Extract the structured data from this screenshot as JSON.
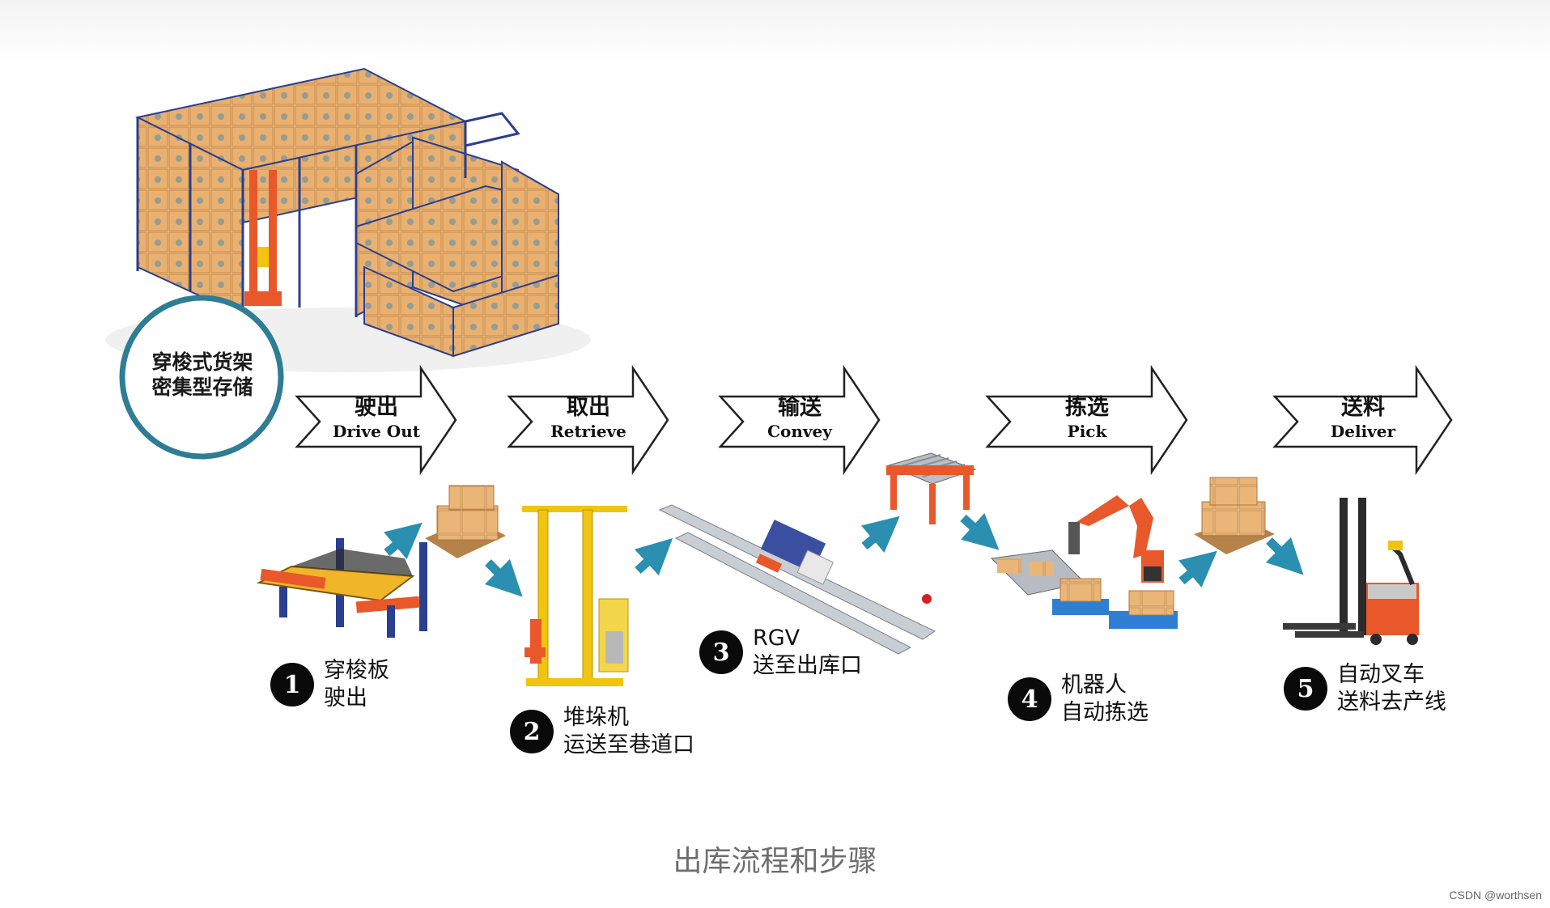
{
  "storage": {
    "label_line1": "穿梭式货架",
    "label_line2": "密集型存储"
  },
  "stages": [
    {
      "zh": "驶出",
      "en": "Drive Out"
    },
    {
      "zh": "取出",
      "en": "Retrieve"
    },
    {
      "zh": "输送",
      "en": "Convey"
    },
    {
      "zh": "拣选",
      "en": "Pick"
    },
    {
      "zh": "送料",
      "en": "Deliver"
    }
  ],
  "steps": [
    {
      "num": "1",
      "line1": "穿梭板",
      "line2": "驶出"
    },
    {
      "num": "2",
      "line1": "堆垛机",
      "line2": "运送至巷道口"
    },
    {
      "num": "3",
      "line1": "RGV",
      "line2": "送至出库口"
    },
    {
      "num": "4",
      "line1": "机器人",
      "line2": "自动拣选"
    },
    {
      "num": "5",
      "line1": "自动叉车",
      "line2": "送料去产线"
    }
  ],
  "caption": "出库流程和步骤",
  "watermark": "CSDN @worthsen",
  "colors": {
    "teal_arrow": "#2a8fb0",
    "circle_border": "#2e7d95",
    "box": "#e8b06f",
    "rack": "#2a3f8f",
    "orange": "#e8582a",
    "yellow": "#f1c40f"
  }
}
